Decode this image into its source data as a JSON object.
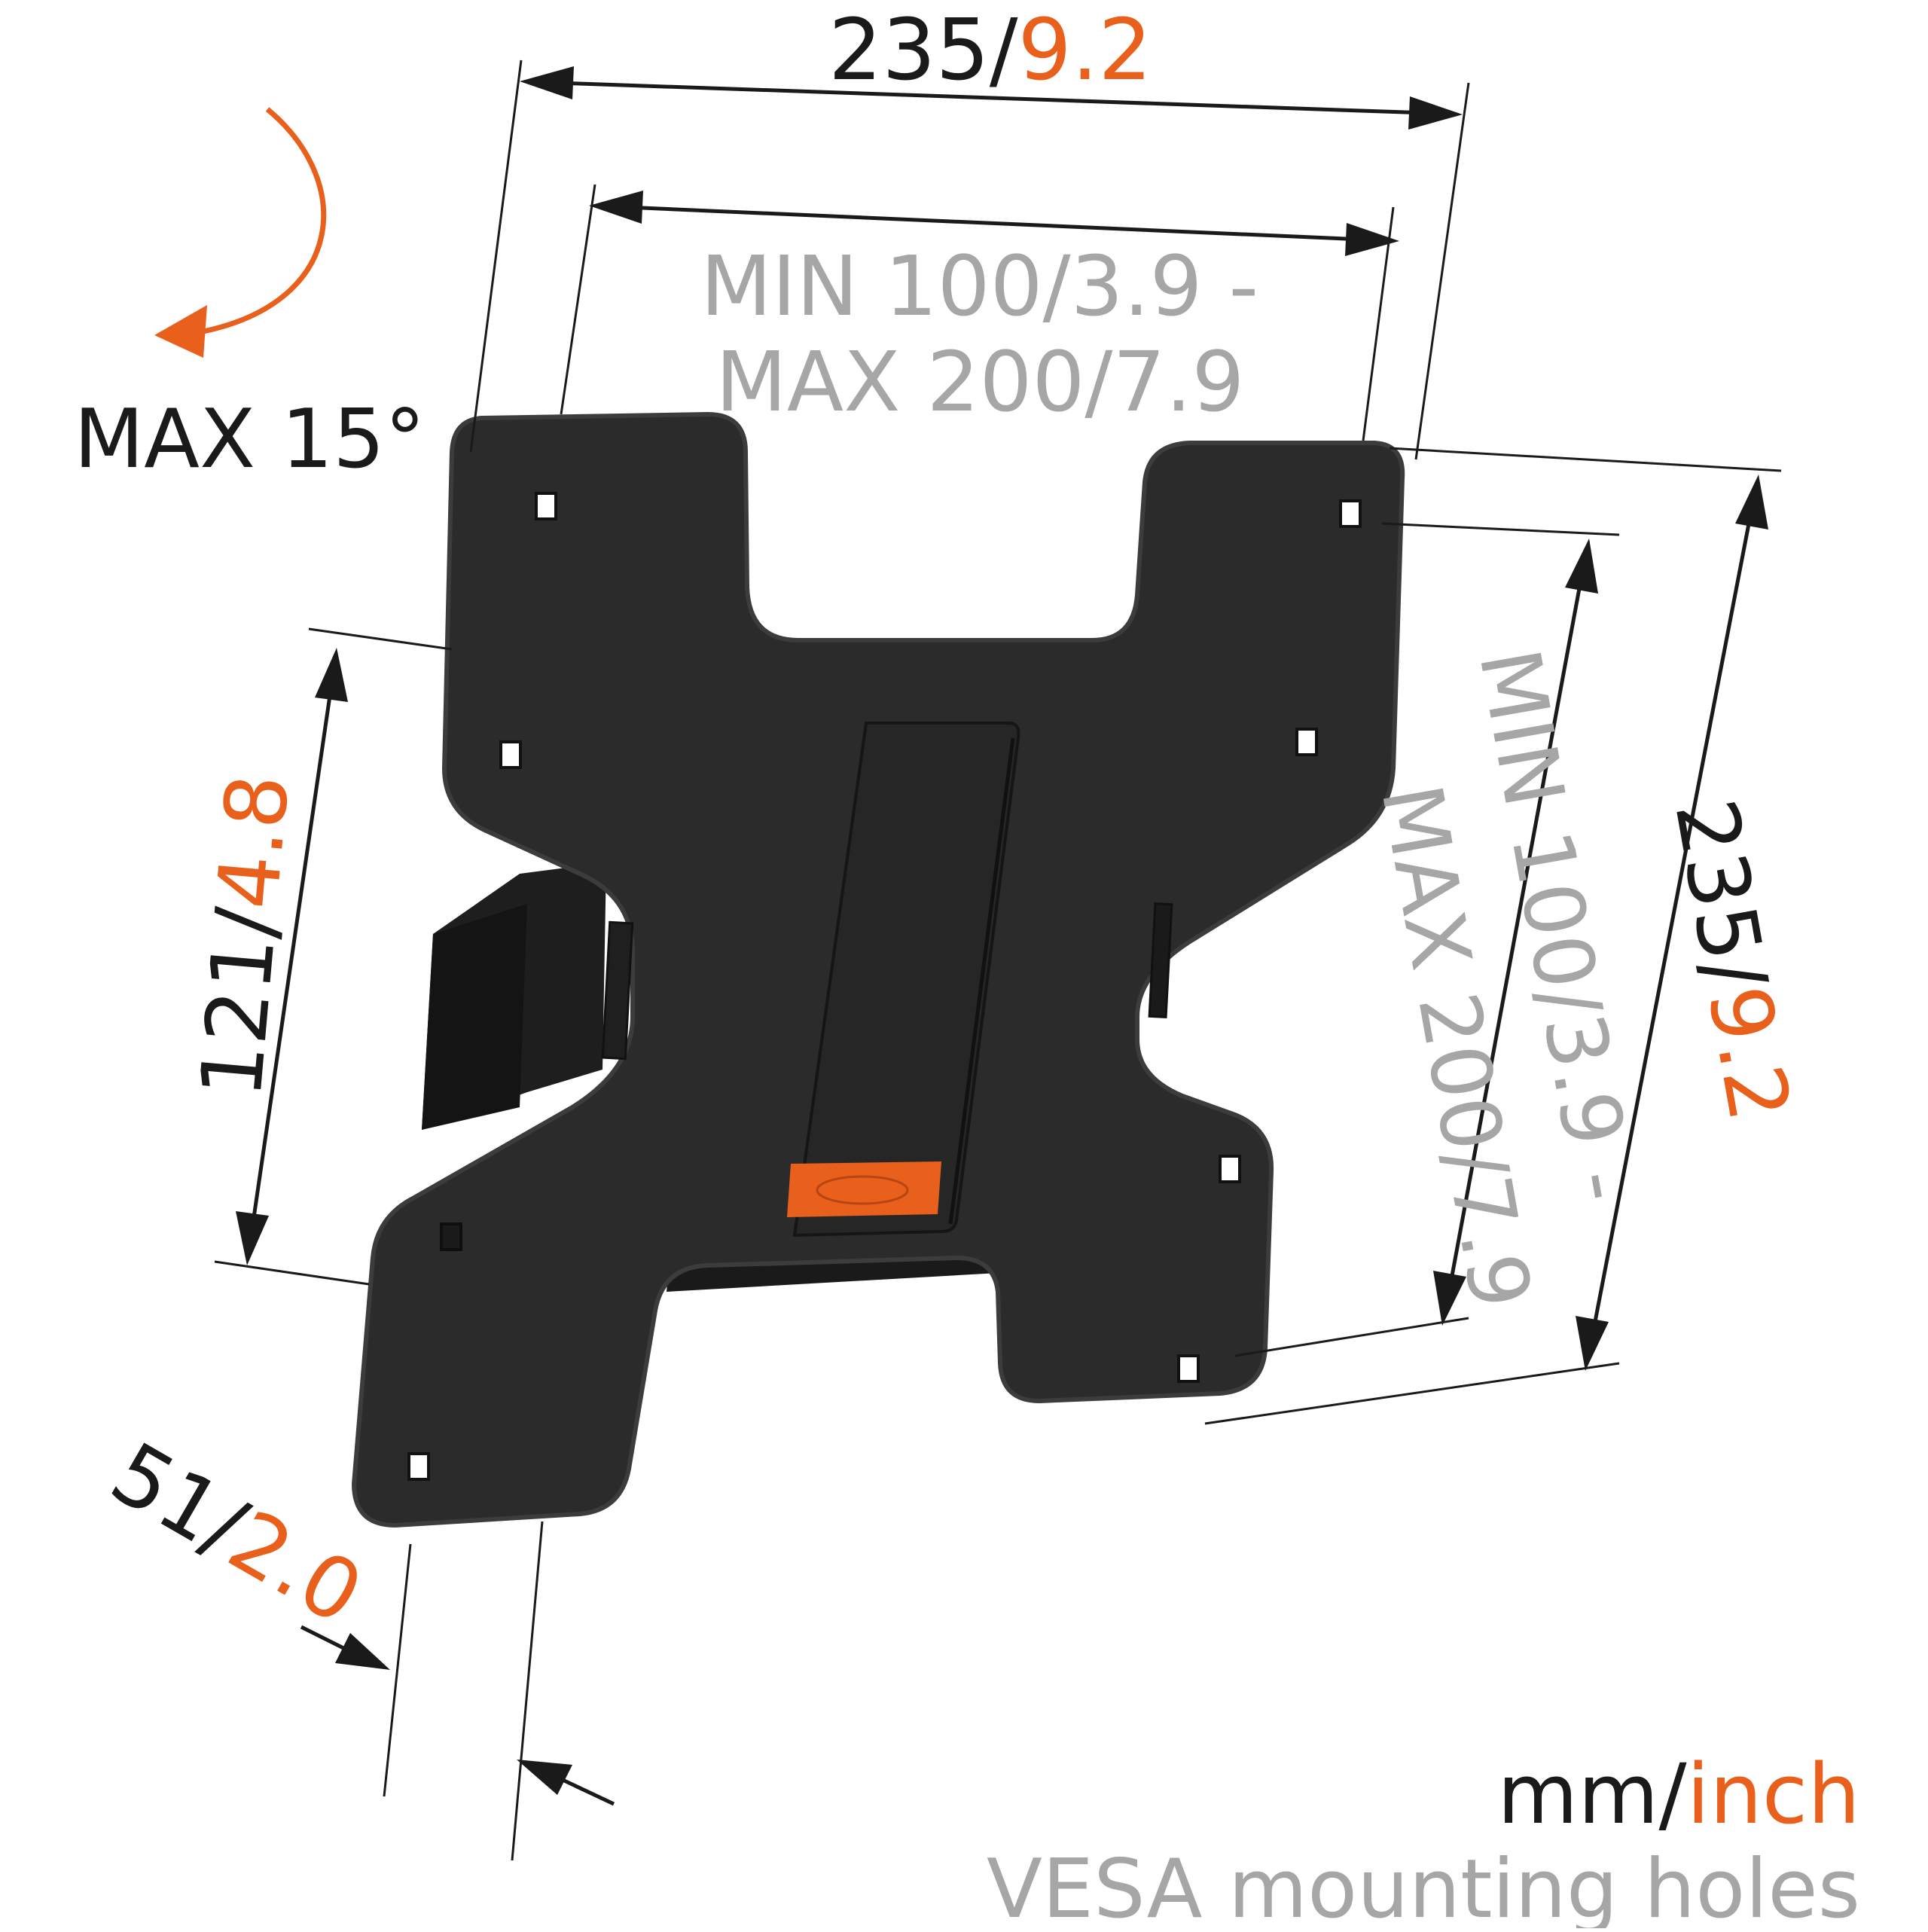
{
  "tilt": {
    "label": "MAX 15°"
  },
  "width_overall": {
    "mm": "235",
    "sep": "/",
    "inch": "9.2"
  },
  "width_vesa": {
    "line1": "MIN 100/3.9 -",
    "line2": "MAX 200/7.9"
  },
  "height_overall": {
    "mm": "235",
    "sep": "/",
    "inch": "9.2"
  },
  "height_vesa": {
    "line1": "MIN 100/3.9 -",
    "line2": "MAX 200/7.9"
  },
  "wall_plate": {
    "mm": "121",
    "sep": "/",
    "inch": "4.8"
  },
  "depth": {
    "mm": "51",
    "sep": "/",
    "inch": "2.0"
  },
  "units": {
    "mm": "mm",
    "sep": "/",
    "inch": "inch"
  },
  "caption": "VESA mounting holes",
  "colors": {
    "dark": "#1a1a1a",
    "accent": "#e8601c",
    "grey": "#a6a6a6",
    "plate": "#2a2a2a"
  },
  "icons": {
    "tilt": "curved-arrow-icon",
    "hole": "square-hole-icon"
  }
}
